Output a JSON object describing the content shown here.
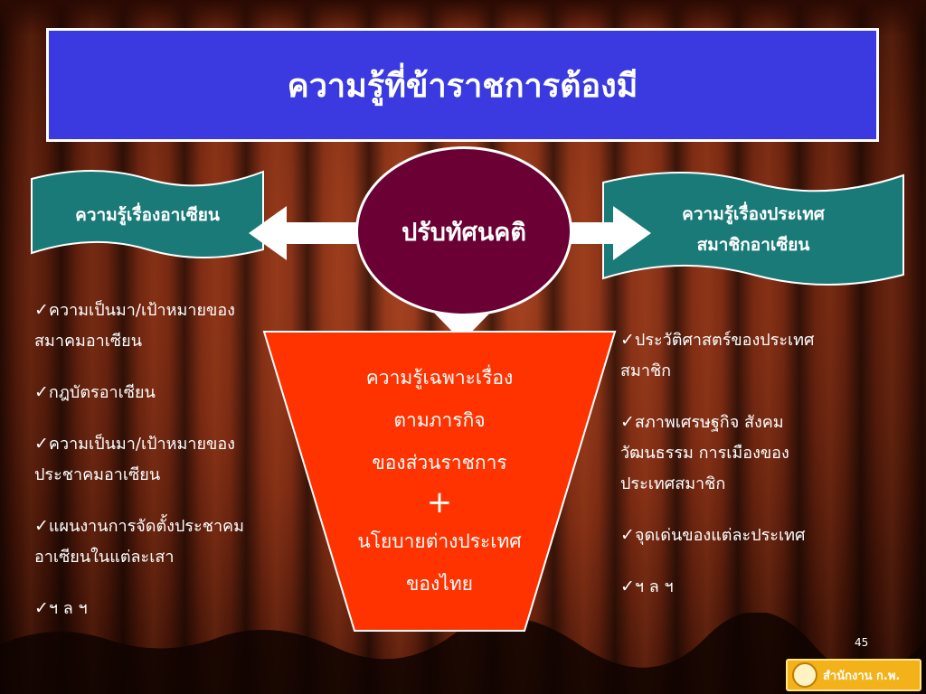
{
  "slide": {
    "title": "ความรู้ที่ข้าราชการต้องมี",
    "center": "ปรับทัศนคติ",
    "page_number": "45"
  },
  "left_banner": {
    "label": "ความรู้เรื่องอาเซียน"
  },
  "right_banner": {
    "line1": "ความรู้เรื่องประเทศ",
    "line2": "สมาชิกอาเซียน"
  },
  "funnel": {
    "line1": "ความรู้เฉพาะเรื่อง",
    "line2": "ตามภารกิจ",
    "line3": "ของส่วนราชการ",
    "plus": "+",
    "line4": "นโยบายต่างประเทศ",
    "line5": "ของไทย"
  },
  "left_list": [
    {
      "line1": "ความเป็นมา/เป้าหมายของ",
      "line2": "สมาคมอาเซียน"
    },
    {
      "line1": "กฎบัตรอาเซียน"
    },
    {
      "line1": "ความเป็นมา/เป้าหมายของ",
      "line2": "ประชาคมอาเซียน"
    },
    {
      "line1": "แผนงานการจัดตั้งประชาคม",
      "line2": "อาเซียนในแต่ละเสา"
    },
    {
      "line1": "ฯ ล ฯ"
    }
  ],
  "right_list": [
    {
      "line1": "ประวัติศาสตร์ของประเทศ",
      "line2": "สมาชิก"
    },
    {
      "line1": "สภาพเศรษฐกิจ  สังคม",
      "line2": "วัฒนธรรม  การเมืองของ",
      "line3": "ประเทศสมาชิก"
    },
    {
      "line1": "จุดเด่นของแต่ละประเทศ"
    },
    {
      "line1": "ฯ ล ฯ"
    }
  ],
  "logo": {
    "text": "สำนักงาน ก.พ."
  },
  "icons": {
    "check": "✓"
  },
  "colors": {
    "title_bg": "#3a3ae0",
    "banner": "#1a7a78",
    "oval": "#6a0033",
    "funnel": "#ff3300",
    "logo": "#f3b21a"
  }
}
